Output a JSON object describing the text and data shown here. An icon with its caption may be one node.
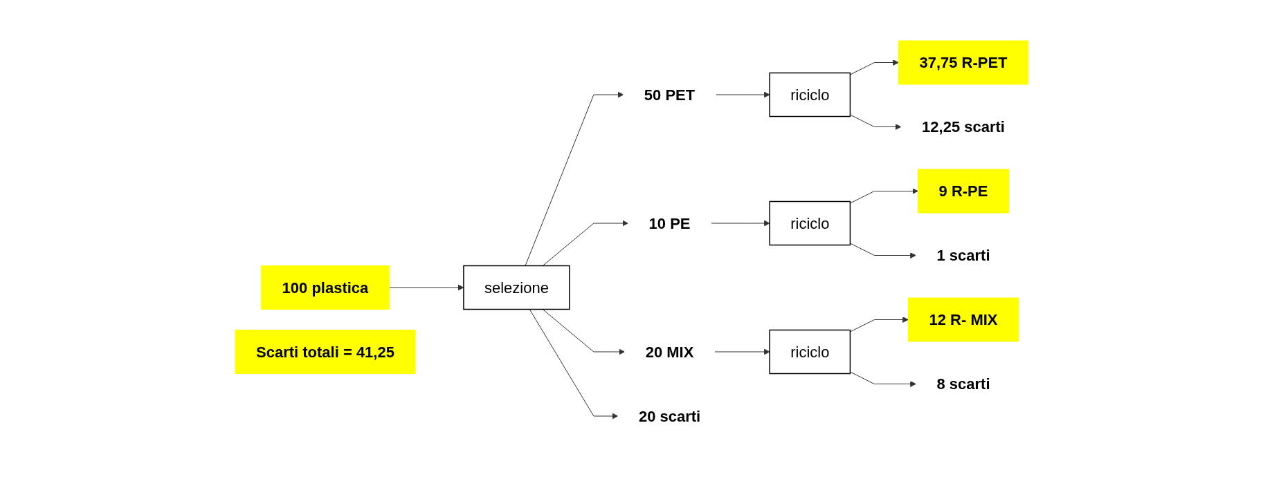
{
  "diagram": {
    "nodes": [
      {
        "text": [
          "100 plastica"
        ]
      },
      {
        "text": [
          "selezione"
        ]
      },
      {
        "text": [
          "50 PET"
        ]
      },
      {
        "text": [
          "10 PE"
        ]
      },
      {
        "text": [
          "20 MIX"
        ]
      },
      {
        "text": [
          "20 scarti"
        ]
      },
      {
        "text": [
          "riciclo"
        ]
      },
      {
        "text": [
          "riciclo"
        ]
      },
      {
        "text": [
          "riciclo"
        ]
      },
      {
        "text": [
          "37,75 R-PET"
        ]
      },
      {
        "text": [
          "12,25 scarti"
        ]
      },
      {
        "text": [
          "9 R-PE"
        ]
      },
      {
        "text": [
          "1 scarti"
        ]
      },
      {
        "text": [
          "12 R- MIX"
        ]
      },
      {
        "text": [
          "8 scarti"
        ]
      },
      {
        "text": [
          "Scarti totali = 41,25"
        ]
      }
    ],
    "edges": [
      {
        "from": 0,
        "to": 1,
        "arrow": "to"
      },
      {
        "from": 1,
        "to": 2,
        "arrow": "to"
      },
      {
        "from": 1,
        "to": 3,
        "arrow": "to"
      },
      {
        "from": 1,
        "to": 4,
        "arrow": "to"
      },
      {
        "from": 1,
        "to": 5,
        "arrow": "to"
      },
      {
        "from": 2,
        "to": 6,
        "arrow": "to"
      },
      {
        "from": 3,
        "to": 7,
        "arrow": "to"
      },
      {
        "from": 4,
        "to": 8,
        "arrow": "to"
      },
      {
        "from": 6,
        "to": 9,
        "arrow": "to"
      },
      {
        "from": 6,
        "to": 10,
        "arrow": "to"
      },
      {
        "from": 7,
        "to": 11,
        "arrow": "to"
      },
      {
        "from": 7,
        "to": 12,
        "arrow": "to"
      },
      {
        "from": 8,
        "to": 13,
        "arrow": "to"
      },
      {
        "from": 8,
        "to": 14,
        "arrow": "to"
      }
    ]
  }
}
